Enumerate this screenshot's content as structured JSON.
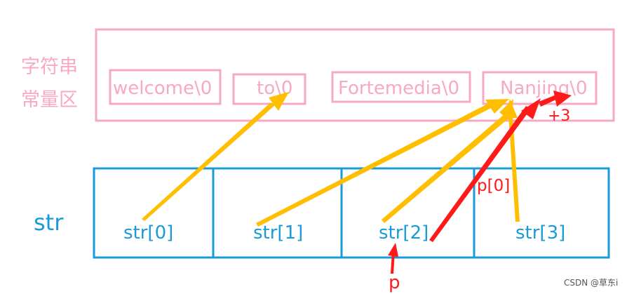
{
  "constant_area": {
    "label_line1": "字符串",
    "label_line2": "常量区",
    "strings": [
      "welcome\\0",
      "to\\0",
      "Fortemedia\\0",
      "Nanjing\\0"
    ]
  },
  "array": {
    "name": "str",
    "cells": [
      "str[0]",
      "str[1]",
      "str[2]",
      "str[3]"
    ]
  },
  "pointer": {
    "name": "p",
    "deref_label": "p[0]",
    "offset_label": "+3"
  },
  "watermark": "CSDN @草东i",
  "colors": {
    "string_area": "#f7a8c4",
    "array": "#1a9bd7",
    "arrow_yellow": "#ffbf00",
    "arrow_red": "#ff1a1a"
  }
}
